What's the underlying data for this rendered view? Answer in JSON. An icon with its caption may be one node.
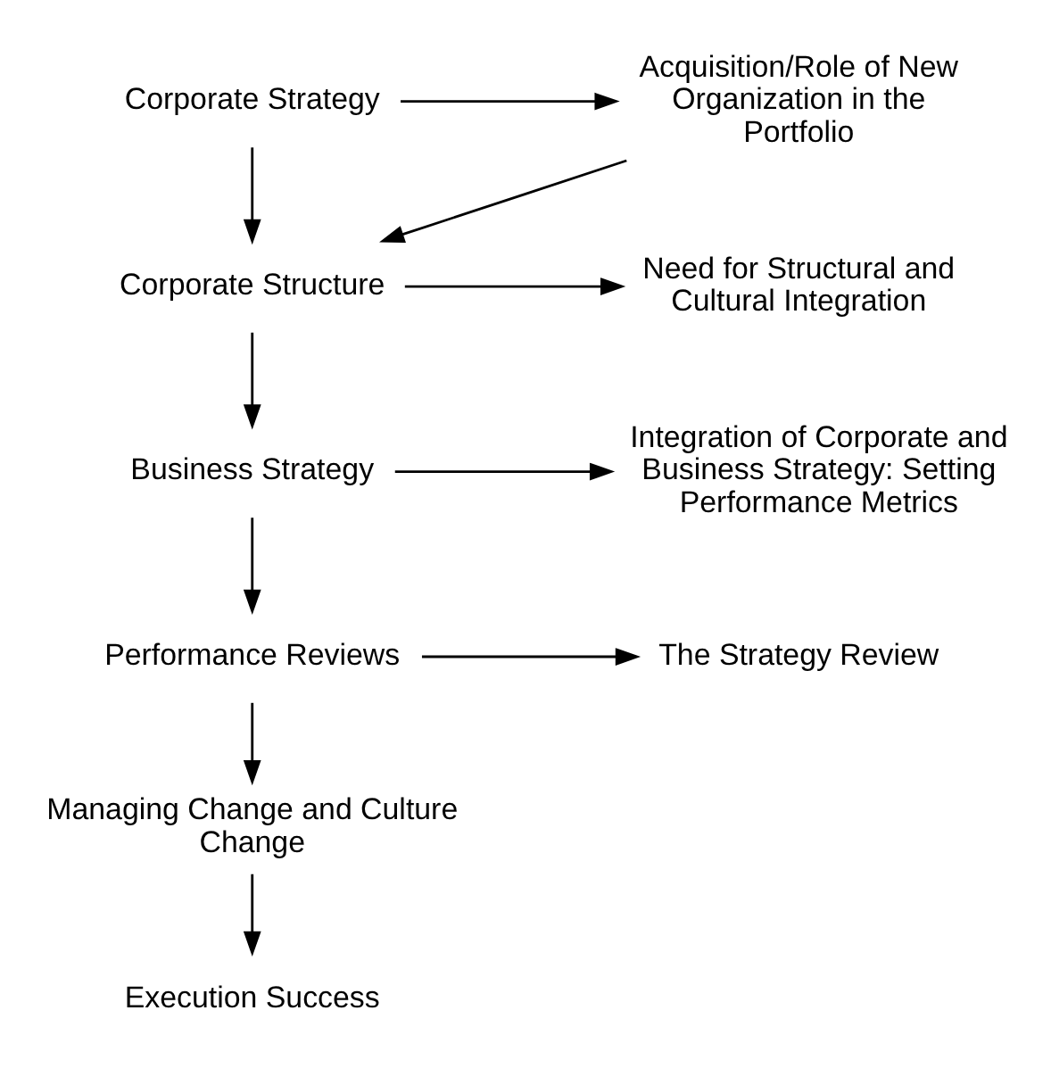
{
  "diagram": {
    "nodes": [
      {
        "text": [
          "Corporate Strategy"
        ]
      },
      {
        "text": [
          "Acquisition/Role of New Organization in the Portfolio"
        ]
      },
      {
        "text": [
          "Corporate Structure"
        ]
      },
      {
        "text": [
          "Need for Structural and Cultural Integration"
        ]
      },
      {
        "text": [
          "Business Strategy"
        ]
      },
      {
        "text": [
          "Integration of Corporate and Business Strategy: Setting Performance Metrics"
        ]
      },
      {
        "text": [
          "Performance Reviews"
        ]
      },
      {
        "text": [
          "The Strategy Review"
        ]
      },
      {
        "text": [
          "Managing Change and Culture Change"
        ]
      },
      {
        "text": [
          "Execution Success"
        ]
      }
    ],
    "edges": [
      {
        "from": 0,
        "to": 1,
        "arrow": "to"
      },
      {
        "from": 1,
        "to": 2,
        "arrow": "to"
      },
      {
        "from": 0,
        "to": 2,
        "arrow": "to"
      },
      {
        "from": 2,
        "to": 3,
        "arrow": "to"
      },
      {
        "from": 2,
        "to": 4,
        "arrow": "to"
      },
      {
        "from": 4,
        "to": 5,
        "arrow": "to"
      },
      {
        "from": 4,
        "to": 6,
        "arrow": "to"
      },
      {
        "from": 6,
        "to": 7,
        "arrow": "to"
      },
      {
        "from": 6,
        "to": 8,
        "arrow": "to"
      },
      {
        "from": 8,
        "to": 9,
        "arrow": "to"
      }
    ]
  }
}
